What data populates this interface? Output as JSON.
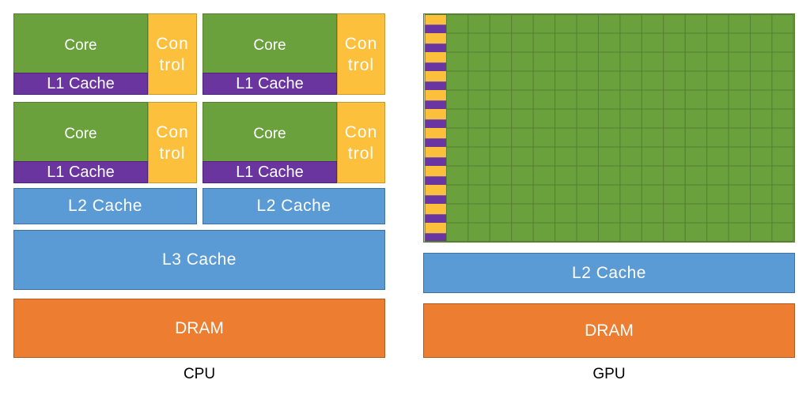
{
  "cpu": {
    "caption": "CPU",
    "core_label": "Core",
    "l1_label": "L1 Cache",
    "control_label_line1": "Con",
    "control_label_line2": "trol",
    "l2_label": "L2 Cache",
    "l3_label": "L3 Cache",
    "dram_label": "DRAM"
  },
  "gpu": {
    "caption": "GPU",
    "grid_rows": 12,
    "grid_cols": 16,
    "l2_label": "L2 Cache",
    "dram_label": "DRAM"
  },
  "colors": {
    "core": "#6aa13d",
    "control": "#fcc03c",
    "l1_cache": "#6b35a0",
    "cache": "#5b9bd5",
    "dram": "#ec7d31",
    "grid_line": "#557f33"
  }
}
